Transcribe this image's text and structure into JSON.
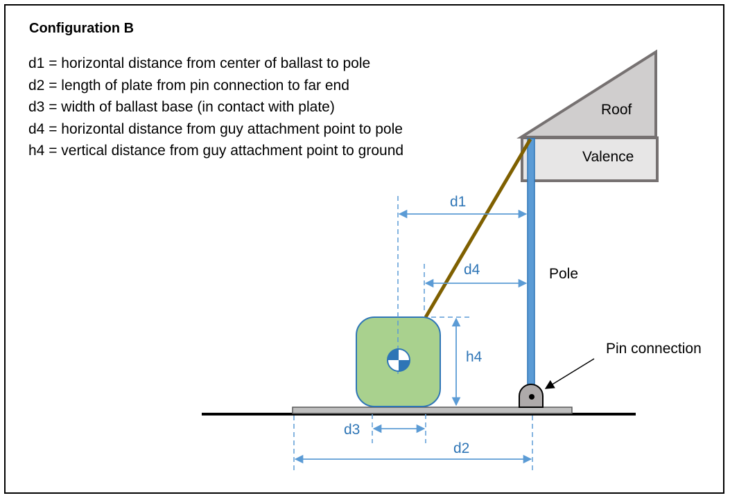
{
  "title": "Configuration B",
  "definitions": [
    "d1 = horizontal distance from center of ballast to pole",
    "d2 = length of plate from pin connection to far end",
    "d3 = width of ballast base (in contact with plate)",
    "d4 = horizontal distance from guy attachment point to pole",
    "h4 = vertical distance from guy attachment point to ground"
  ],
  "labels": {
    "roof": "Roof",
    "valence": "Valence",
    "pole": "Pole",
    "pin": "Pin connection"
  },
  "dimensions": {
    "d1": "d1",
    "d2": "d2",
    "d3": "d3",
    "d4": "d4",
    "h4": "h4"
  },
  "colors": {
    "dimension": "#2E75B6",
    "pole": "#5B9BD5",
    "guy": "#7F6000",
    "ballast": "#A9D18E",
    "roof": "#D0CECE",
    "valence": "#E7E6E6",
    "outline": "#767171",
    "plate": "#BFBFBF"
  }
}
